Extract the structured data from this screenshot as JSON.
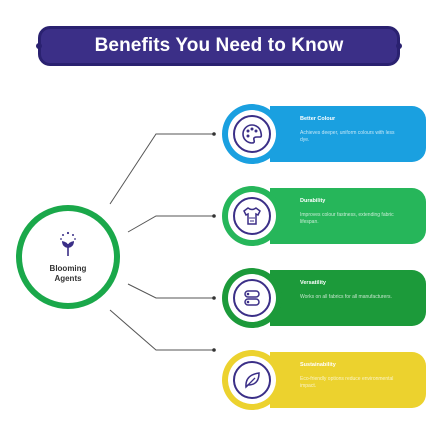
{
  "title": "Benefits You Need to Know",
  "hub": {
    "label": "Blooming Agents"
  },
  "benefits": [
    {
      "title": "Better Colour",
      "desc": "Achieves deeper, uniform colours with less dye.",
      "color": "#1aa0e0",
      "icon": "palette-icon"
    },
    {
      "title": "Durability",
      "desc": "Improves colour fastness, extending fabric lifespan.",
      "color": "#26b65a",
      "icon": "shirt-icon"
    },
    {
      "title": "Versatility",
      "desc": "Works on all fabrics for all manufacturers.",
      "color": "#1c9a3a",
      "icon": "fabric-roll-icon"
    },
    {
      "title": "Sustainability",
      "desc": "Eco-friendly options reduce environmental impact.",
      "color": "#ecd22e",
      "icon": "leaf-icon"
    }
  ]
}
